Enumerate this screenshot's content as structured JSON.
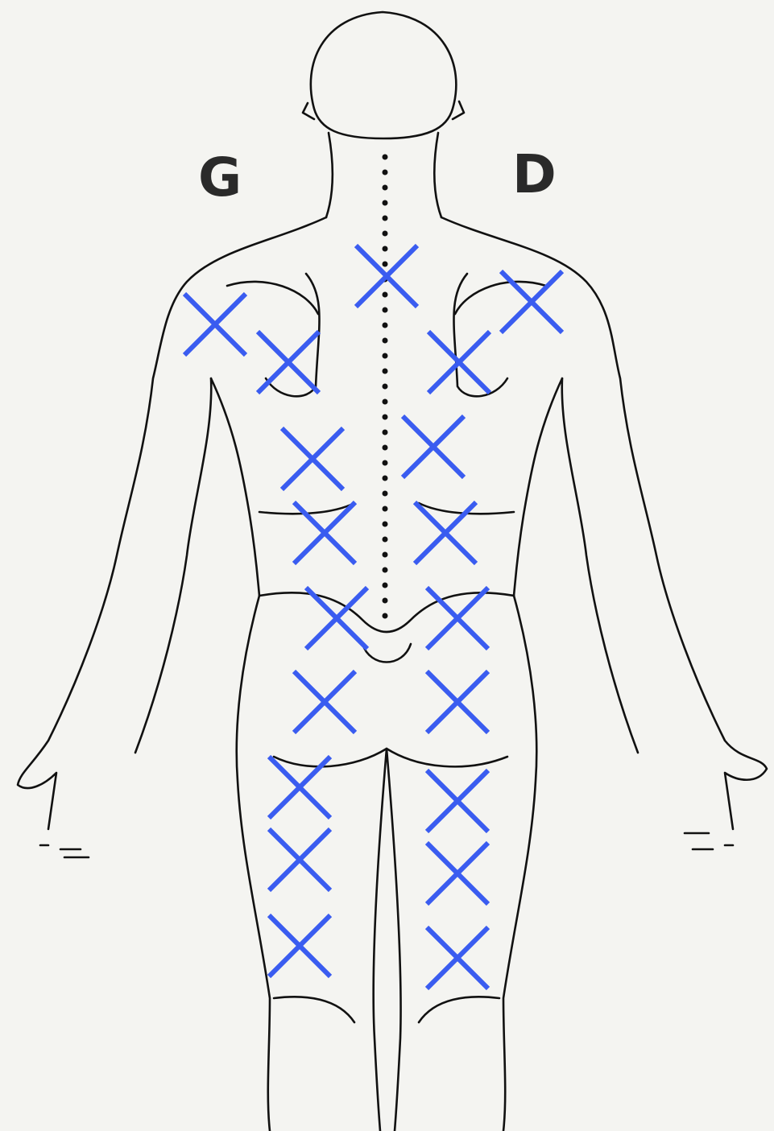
{
  "labels": {
    "left_side": "G",
    "right_side": "D"
  },
  "colors": {
    "marker": "#3a5cf0",
    "outline": "#111111",
    "background": "#f4f4f1"
  },
  "markers": [
    {
      "region": "neck-base"
    },
    {
      "region": "left-shoulder"
    },
    {
      "region": "right-shoulder"
    },
    {
      "region": "left-scapula"
    },
    {
      "region": "right-scapula"
    },
    {
      "region": "left-mid-back"
    },
    {
      "region": "right-mid-back"
    },
    {
      "region": "left-lower-back"
    },
    {
      "region": "right-lower-back"
    },
    {
      "region": "left-lumbar"
    },
    {
      "region": "right-lumbar"
    },
    {
      "region": "left-buttock"
    },
    {
      "region": "right-buttock"
    },
    {
      "region": "left-upper-thigh"
    },
    {
      "region": "right-upper-thigh"
    },
    {
      "region": "left-mid-thigh"
    },
    {
      "region": "right-mid-thigh"
    },
    {
      "region": "left-lower-thigh"
    },
    {
      "region": "right-lower-thigh"
    }
  ]
}
